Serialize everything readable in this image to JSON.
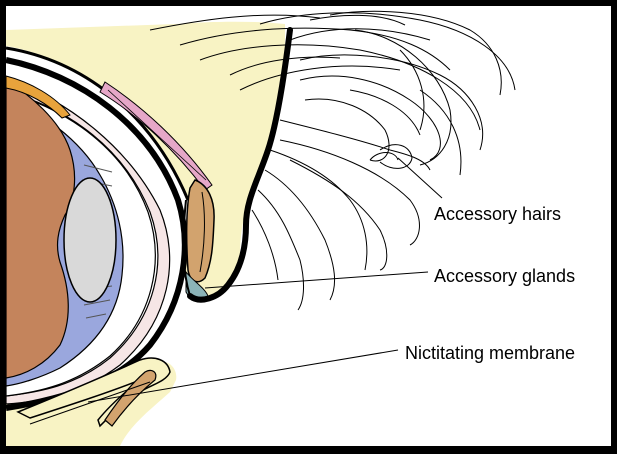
{
  "labels": {
    "accessory_hairs": "Accessory hairs",
    "accessory_glands": "Accessory glands",
    "nictitating_membrane": "Nictitating membrane"
  },
  "colors": {
    "frame": "#000000",
    "background": "#ffffff",
    "eyelid_skin": "#f8f3c4",
    "iris": "#c4845c",
    "cornea_blue": "#9aa7dd",
    "lens": "#d9d9d9",
    "conjunctiva_pink": "#e6a7c8",
    "tarsal_gland": "#d2a36e",
    "gland_blue": "#8cb4b8",
    "outline": "#000000"
  }
}
